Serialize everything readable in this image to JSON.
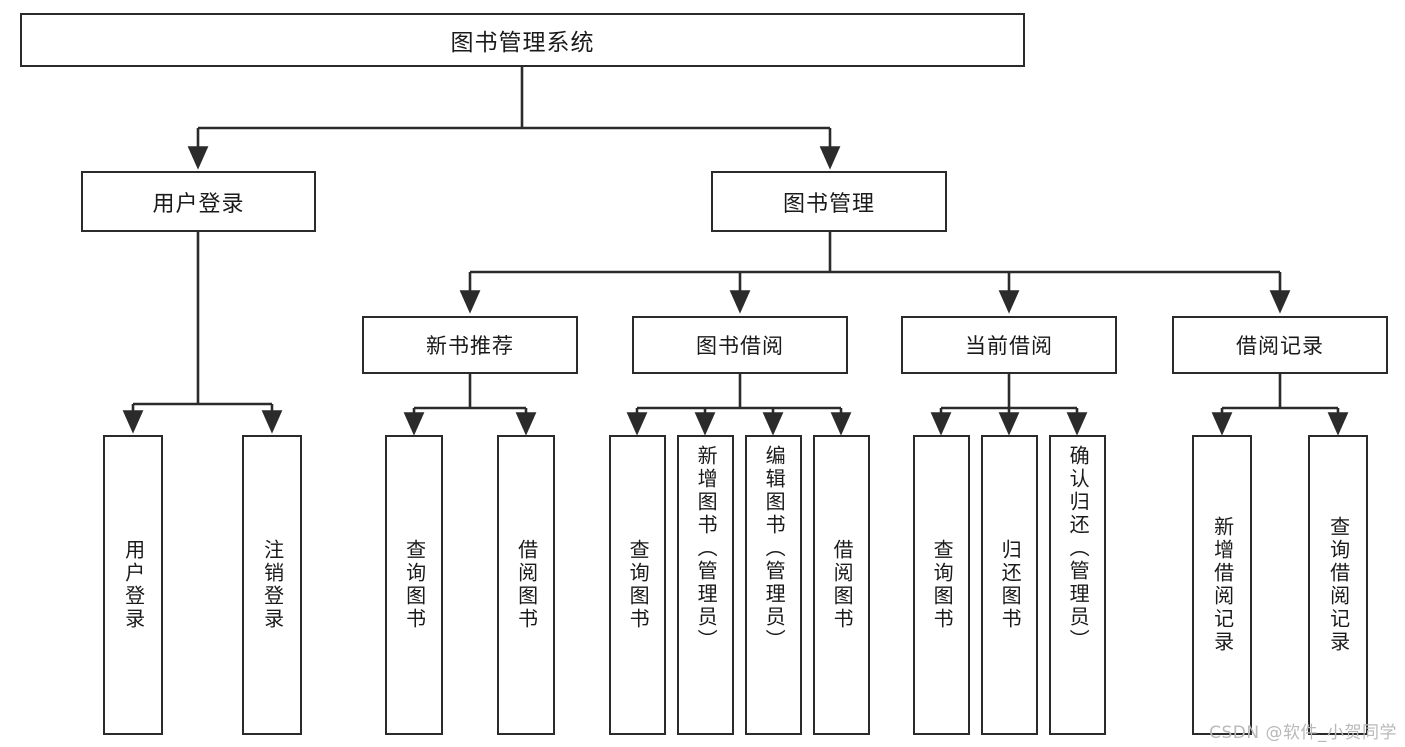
{
  "diagram": {
    "title": "图书管理系统",
    "watermark": "CSDN @软件_小贺同学",
    "root": {
      "label": "图书管理系统"
    },
    "level2": [
      {
        "label": "用户登录"
      },
      {
        "label": "图书管理"
      }
    ],
    "level3": [
      {
        "label": "新书推荐"
      },
      {
        "label": "图书借阅"
      },
      {
        "label": "当前借阅"
      },
      {
        "label": "借阅记录"
      }
    ],
    "leaves": {
      "user_login": [
        {
          "label": "用户登录"
        },
        {
          "label": "注销登录"
        }
      ],
      "new_book": [
        {
          "label": "查询图书"
        },
        {
          "label": "借阅图书"
        }
      ],
      "book_borrow": [
        {
          "label": "查询图书"
        },
        {
          "label": "新增图书（管理员）"
        },
        {
          "label": "编辑图书（管理员）"
        },
        {
          "label": "借阅图书"
        }
      ],
      "current_borrow": [
        {
          "label": "查询图书"
        },
        {
          "label": "归还图书"
        },
        {
          "label": "确认归还（管理员）"
        }
      ],
      "borrow_record": [
        {
          "label": "新增借阅记录"
        },
        {
          "label": "查询借阅记录"
        }
      ]
    }
  },
  "colors": {
    "stroke": "#2b2b2b",
    "background": "#ffffff",
    "text": "#1a1a1a",
    "watermark": "#b9b9b9"
  }
}
